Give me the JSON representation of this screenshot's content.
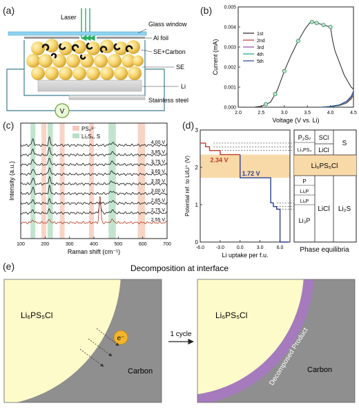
{
  "panel_a": {
    "label": "(a)",
    "laser": "Laser",
    "glass_window": "Glass window",
    "al_foil": "Al foil",
    "se_carbon": "SE+Carbon",
    "se": "SE",
    "li": "Li",
    "stainless_steel": "Stainless steel",
    "voltmeter": "V"
  },
  "panel_c_labels": {
    "label": "(c)",
    "legend_ps4": "PS₄³⁻",
    "legend_li2sxs": "Li₂Sₓ, S"
  },
  "panel_d_labels": {
    "label": "(d)",
    "phase_title": "Phase equilibria",
    "p2s7": "P₂S₇",
    "sci": "SCl",
    "s": "S",
    "lips": "Li₃PS₄",
    "licl_top": "LiCl",
    "li6ps5cl": "Li₆PS₅Cl",
    "liup1": "P",
    "liup2": "LiₓP",
    "liup3": "LiₓP",
    "li3p": "Li₃P",
    "licl_bottom": "LiCl",
    "li2s": "Li₂S",
    "v1": "2.34 V",
    "v2": "1.72 V"
  },
  "panel_e": {
    "label": "(e)",
    "title": "Decomposition at interface",
    "left_material": "Li₆PS₅Cl",
    "electron": "e⁻",
    "carbon_left": "Carbon",
    "arrow_text": "1 cycle",
    "right_material": "Li₆PS₅Cl",
    "product": "Decomposed Product",
    "carbon_right": "Carbon"
  },
  "colors": {
    "se_ball": "#f5d36a",
    "peach_band": "#f6c9b9",
    "green_band": "#b7dfc6",
    "orange_band": "#f8d9a8",
    "purple": "#a57bbd",
    "carbon_gray": "#8f8f8f",
    "pale_yellow": "#fdfbc9"
  },
  "chart_data": [
    {
      "type": "line",
      "panel": "(b)",
      "xlabel": "Voltage (V vs. Li)",
      "ylabel": "Current (mA)",
      "xlim": [
        2.0,
        4.5
      ],
      "ylim": [
        0.0,
        0.005
      ],
      "xticks": [
        "2.0",
        "2.5",
        "3.0",
        "3.5",
        "4.0",
        "4.5"
      ],
      "yticks": [
        "0.000",
        "0.001",
        "0.002",
        "0.003",
        "0.004",
        "0.005"
      ],
      "legend_position": "left-middle",
      "series": [
        {
          "name": "1st",
          "color": "#222222",
          "x": [
            2.35,
            2.5,
            2.7,
            2.85,
            3.0,
            3.15,
            3.3,
            3.45,
            3.55,
            3.6,
            3.7,
            3.85,
            4.0,
            4.05,
            4.1,
            4.2,
            4.3,
            4.4,
            4.45,
            4.5
          ],
          "y": [
            0.0,
            5e-05,
            0.00025,
            0.00085,
            0.0018,
            0.0026,
            0.0033,
            0.0039,
            0.0042,
            0.00425,
            0.0042,
            0.0041,
            0.004,
            0.0033,
            0.0028,
            0.0022,
            0.0016,
            0.0012,
            0.001,
            0.0009
          ]
        },
        {
          "name": "2nd",
          "color": "#c0392b",
          "x": [
            3.8,
            4.0,
            4.2,
            4.35,
            4.45,
            4.5
          ],
          "y": [
            0.0,
            2e-05,
            8e-05,
            0.0002,
            0.0004,
            0.0006
          ]
        },
        {
          "name": "3rd",
          "color": "#8e44ad",
          "x": [
            3.8,
            4.0,
            4.2,
            4.35,
            4.45,
            4.5
          ],
          "y": [
            0.0,
            3e-05,
            0.0001,
            0.00025,
            0.0005,
            0.0007
          ]
        },
        {
          "name": "4th",
          "color": "#16a085",
          "x": [
            3.8,
            4.0,
            4.2,
            4.35,
            4.45,
            4.5
          ],
          "y": [
            0.0,
            2e-05,
            9e-05,
            0.00022,
            0.00045,
            0.00065
          ]
        },
        {
          "name": "5th",
          "color": "#2c3e90",
          "x": [
            3.8,
            4.0,
            4.2,
            4.35,
            4.45,
            4.5
          ],
          "y": [
            0.0,
            4e-05,
            0.00012,
            0.0003,
            0.00055,
            0.0008
          ]
        }
      ],
      "markers_x": [
        2.6,
        2.8,
        3.0,
        3.3,
        3.6,
        3.7,
        3.85,
        4.0
      ]
    },
    {
      "type": "line",
      "panel": "(c)",
      "xlabel": "Raman shift (cm⁻¹)",
      "ylabel": "Intensity (a.u.)",
      "xlim": [
        100,
        700
      ],
      "xticks": [
        "100",
        "200",
        "300",
        "400",
        "500",
        "600",
        "700"
      ],
      "series_labels": [
        "4.00 V",
        "3.85 V",
        "3.75 V",
        "3.65 V",
        "3.35 V",
        "3.00 V",
        "2.85 V",
        "2.75 V",
        "2.55 V"
      ],
      "peaks": [
        150,
        218,
        425,
        475
      ],
      "peach_bands": [
        [
          185,
          205
        ],
        [
          260,
          280
        ],
        [
          380,
          400
        ],
        [
          580,
          610
        ]
      ],
      "green_bands": [
        [
          140,
          160
        ],
        [
          210,
          232
        ],
        [
          460,
          490
        ]
      ]
    },
    {
      "type": "line",
      "panel": "(d)",
      "xlabel": "Li uptake per f.u.",
      "ylabel": "Potential ref. to Li/Li⁺ (V)",
      "xlim": [
        -6.0,
        7.5
      ],
      "ylim": [
        0,
        3
      ],
      "xticks": [
        "-6.0",
        "-3.0",
        "0.0",
        "3.0",
        "6.0"
      ],
      "yticks": [
        "0",
        "1",
        "2",
        "3"
      ],
      "series": [
        {
          "name": "oxidation",
          "color": "#c0392b",
          "x": [
            -6.0,
            -5.2,
            -5.2,
            -4.6,
            -4.6,
            -3.0,
            -3.0,
            0.0
          ],
          "y": [
            2.65,
            2.65,
            2.55,
            2.55,
            2.45,
            2.45,
            2.34,
            2.34
          ]
        },
        {
          "name": "reduction",
          "color": "#2c3e90",
          "x": [
            0.0,
            0.0,
            4.6,
            4.6,
            5.0,
            5.0,
            5.5,
            5.5,
            6.0,
            6.0,
            7.3
          ],
          "y": [
            2.34,
            1.72,
            1.72,
            1.05,
            1.05,
            0.95,
            0.95,
            0.88,
            0.88,
            0.0,
            0.0
          ]
        }
      ],
      "voltage_labels": [
        "2.34 V",
        "1.72 V"
      ]
    }
  ]
}
